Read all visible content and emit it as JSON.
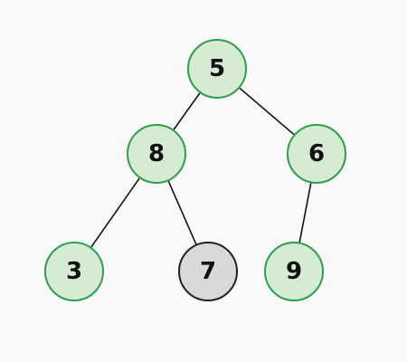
{
  "tree": {
    "nodes": [
      {
        "id": "n5",
        "label": "5",
        "style": "green"
      },
      {
        "id": "n8",
        "label": "8",
        "style": "green"
      },
      {
        "id": "n6",
        "label": "6",
        "style": "green"
      },
      {
        "id": "n3",
        "label": "3",
        "style": "green"
      },
      {
        "id": "n7",
        "label": "7",
        "style": "gray"
      },
      {
        "id": "n9",
        "label": "9",
        "style": "green"
      }
    ],
    "edges": [
      {
        "from": "n5",
        "to": "n8"
      },
      {
        "from": "n5",
        "to": "n6"
      },
      {
        "from": "n8",
        "to": "n3"
      },
      {
        "from": "n8",
        "to": "n7"
      },
      {
        "from": "n6",
        "to": "n9"
      }
    ]
  },
  "colors": {
    "node_fill": "#d5ecd2",
    "node_border": "#2e9e4f",
    "highlight_fill": "#d9d9d9",
    "highlight_border": "#222222",
    "edge": "#111111"
  }
}
